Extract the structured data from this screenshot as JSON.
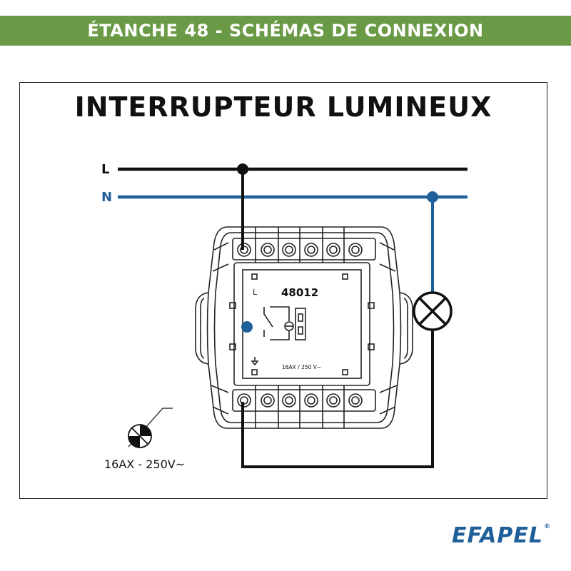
{
  "header": {
    "title": "ÉTANCHE 48 - SCHÉMAS DE CONNEXION"
  },
  "diagram": {
    "title": "INTERRUPTEUR LUMINEUX",
    "line_label": "L",
    "neutral_label": "N",
    "device": {
      "model": "48012",
      "terminal_label": "L",
      "rating": "16AX / 250 V~"
    },
    "rating_label": "16AX - 250V~"
  },
  "brand": {
    "name": "EFAPEL",
    "mark": "®"
  },
  "colors": {
    "header_bg": "#6a9a45",
    "line": "#111111",
    "neutral": "#1f5f9a",
    "indicator": "#1f5f9a",
    "brand": "#1f5f9a"
  }
}
